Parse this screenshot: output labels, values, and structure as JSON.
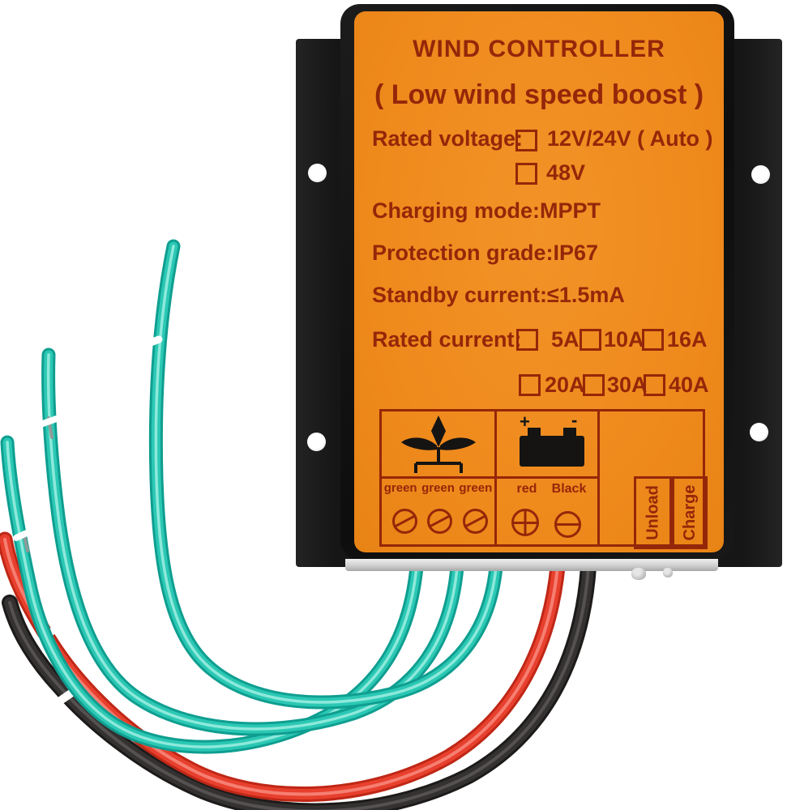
{
  "device": {
    "title": "WIND CONTROLLER",
    "subtitle": "( Low wind speed boost )",
    "specs": {
      "rated_voltage_label": "Rated voltage:",
      "voltage_option_1": "12V/24V ( Auto )",
      "voltage_option_2": "48V",
      "charging_mode": "Charging mode:MPPT",
      "protection_grade": "Protection grade:IP67",
      "standby_current": "Standby current:≤1.5mA",
      "rated_current_label": "Rated current:",
      "current_options_row1": [
        "5A",
        "10A",
        "16A"
      ],
      "current_options_row2": [
        "20A",
        "30A",
        "40A"
      ],
      "checked_options": "none"
    },
    "terminal_panel": {
      "turbine_wire_labels": [
        "green",
        "green",
        "green"
      ],
      "battery_wire_labels": [
        "red",
        "Black"
      ],
      "battery_polarity_plus": "+",
      "battery_polarity_minus": "-",
      "output_box_1": "Unload",
      "output_box_2": "Charge"
    },
    "wires": {
      "count": 5,
      "colors_left_to_right": [
        "green",
        "green",
        "green",
        "red",
        "black"
      ]
    }
  },
  "colors": {
    "label_background": "#EF8A1D",
    "label_text": "#942709",
    "case_black": "#121212",
    "wire_green": "#2BC8B4",
    "wire_red": "#E8402E",
    "wire_black": "#343131"
  }
}
